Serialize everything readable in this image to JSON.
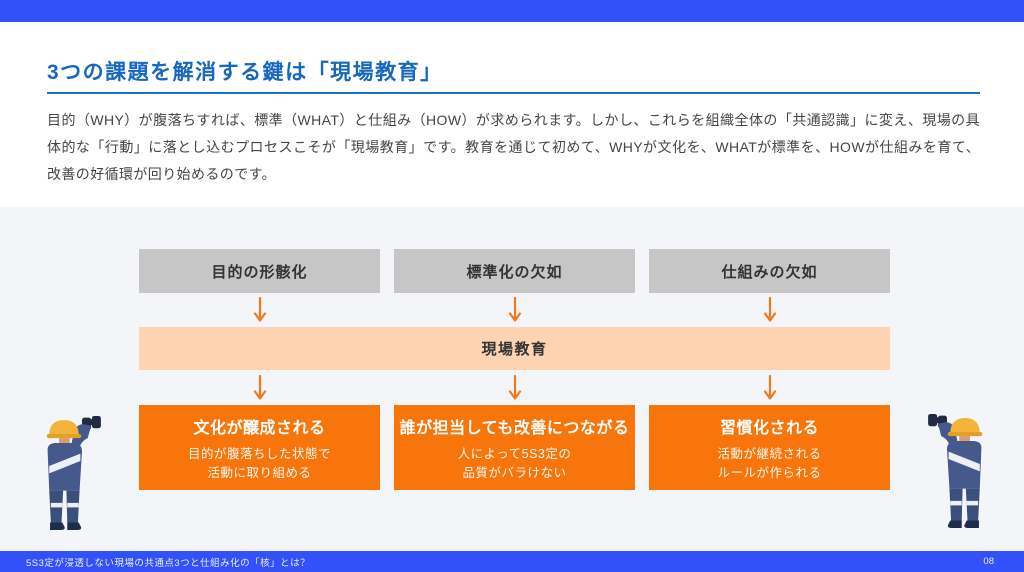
{
  "slide": {
    "title": "3つの課題を解消する鍵は「現場教育」",
    "body": "目的（WHY）が腹落ちすれば、標準（WHAT）と仕組み（HOW）が求められます。しかし、これらを組織全体の「共通認識」に変え、現場の具体的な「行動」に落とし込むプロセスこそが「現場教育」です。教育を通じて初めて、WHYが文化を、WHATが標準を、HOWが仕組みを育て、改善の好循環が回り始めるのです。"
  },
  "diagram": {
    "problems": [
      "目的の形骸化",
      "標準化の欠如",
      "仕組みの欠如"
    ],
    "solution": "現場教育",
    "outcomes": [
      {
        "title": "文化が醸成される",
        "desc_line1": "目的が腹落ちした状態で",
        "desc_line2": "活動に取り組める"
      },
      {
        "title": "誰が担当しても改善につながる",
        "desc_line1": "人によって5S3定の",
        "desc_line2": "品質がバラけない"
      },
      {
        "title": "習慣化される",
        "desc_line1": "活動が継続される",
        "desc_line2": "ルールが作られる"
      }
    ]
  },
  "footer": {
    "text": "5S3定が浸透しない現場の共通点3つと仕組み化の「核」とは？",
    "page_number": "08"
  },
  "colors": {
    "accent_blue": "#3351fa",
    "title_blue": "#1568bd",
    "problem_gray": "#c6c6c6",
    "solution_peach": "#fdd3b2",
    "outcome_orange": "#f8750b",
    "arrow_orange": "#f0791e",
    "diagram_background": "#f4f5f9"
  }
}
